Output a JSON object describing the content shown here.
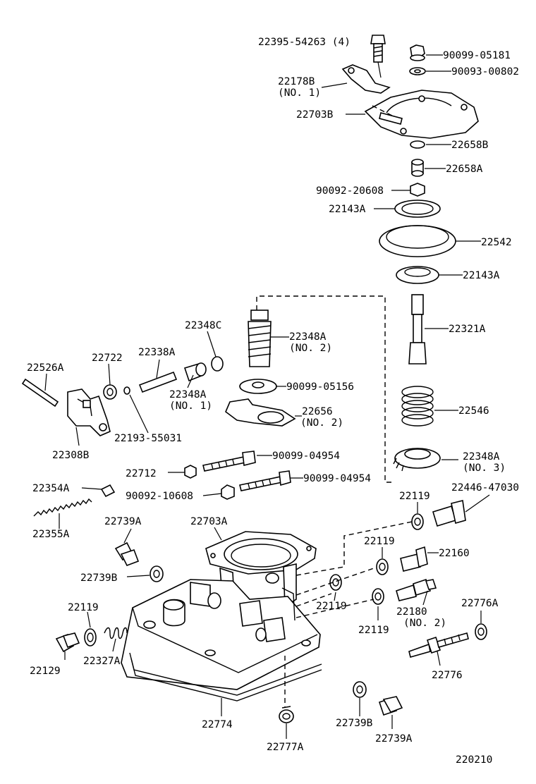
{
  "labels": {
    "l_22395_54263": "22395-54263 (4)",
    "l_90099_05181": "90099-05181",
    "l_90093_00802": "90093-00802",
    "l_22178B": "22178B",
    "l_no1_a": "(NO. 1)",
    "l_22703B": "22703B",
    "l_22658B": "22658B",
    "l_22658A": "22658A",
    "l_90092_20608": "90092-20608",
    "l_22143A_top": "22143A",
    "l_22542": "22542",
    "l_22143A_bot": "22143A",
    "l_22348C": "22348C",
    "l_22348A_no2": "22348A",
    "l_no2_a": "(NO. 2)",
    "l_22321A": "22321A",
    "l_22526A": "22526A",
    "l_22722": "22722",
    "l_22338A": "22338A",
    "l_90099_05156": "90099-05156",
    "l_22348A_no1": "22348A",
    "l_no1_b": "(NO. 1)",
    "l_22656": "22656",
    "l_no2_b": "(NO. 2)",
    "l_22546": "22546",
    "l_22193_55031": "22193-55031",
    "l_22308B": "22308B",
    "l_90099_04954_a": "90099-04954",
    "l_22348A_no3": "22348A",
    "l_no3": "(NO. 3)",
    "l_22712": "22712",
    "l_90099_04954_b": "90099-04954",
    "l_22354A": "22354A",
    "l_90092_10608": "90092-10608",
    "l_22446_47030": "22446-47030",
    "l_22119_a": "22119",
    "l_22355A": "22355A",
    "l_22739A_a": "22739A",
    "l_22703A": "22703A",
    "l_22119_b": "22119",
    "l_22160": "22160",
    "l_22739B_a": "22739B",
    "l_22119_c": "22119",
    "l_22180": "22180",
    "l_no2_c": "(NO. 2)",
    "l_22119_d": "22119",
    "l_22776A": "22776A",
    "l_22119_e": "22119",
    "l_22129": "22129",
    "l_22327A": "22327A",
    "l_22776": "22776",
    "l_22774": "22774",
    "l_22739B_b": "22739B",
    "l_22739A_b": "22739A",
    "l_22777A": "22777A",
    "l_figure_number": "220210"
  }
}
